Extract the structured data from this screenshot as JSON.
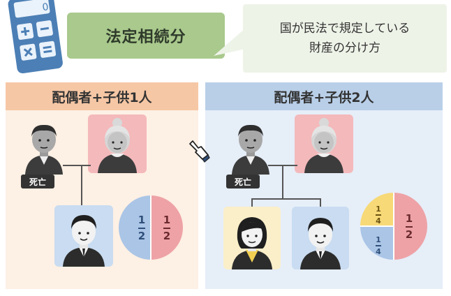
{
  "header": {
    "title": "法定相続分",
    "description_line1": "国が民法で規定している",
    "description_line2": "財産の分け方",
    "calculator_icon": "calculator-icon"
  },
  "left_panel": {
    "heading": "配偶者+子供1人",
    "deceased_tag": "死亡",
    "shares": [
      {
        "who": "child",
        "numerator": "1",
        "denominator": "2",
        "fraction": 0.5,
        "color": "#aac5e6"
      },
      {
        "who": "spouse",
        "numerator": "1",
        "denominator": "2",
        "fraction": 0.5,
        "color": "#eea2a6"
      }
    ]
  },
  "right_panel": {
    "heading": "配偶者+子供2人",
    "deceased_tag": "死亡",
    "shares": [
      {
        "who": "child-1",
        "numerator": "1",
        "denominator": "4",
        "fraction": 0.25,
        "color": "#f7d977"
      },
      {
        "who": "child-2",
        "numerator": "1",
        "denominator": "4",
        "fraction": 0.25,
        "color": "#aac5e6"
      },
      {
        "who": "spouse",
        "numerator": "1",
        "denominator": "2",
        "fraction": 0.5,
        "color": "#eea2a6"
      }
    ]
  },
  "colors": {
    "title_bg": "#a9c98d",
    "left_heading_bg": "#f6c7a5",
    "left_panel_bg": "#fdf0e4",
    "right_heading_bg": "#b9cfe8",
    "right_panel_bg": "#e6eef8",
    "spouse_tile": "#f4b9bb",
    "child_tile_blue": "#c9dcf1",
    "child_tile_yellow": "#faefc9"
  }
}
